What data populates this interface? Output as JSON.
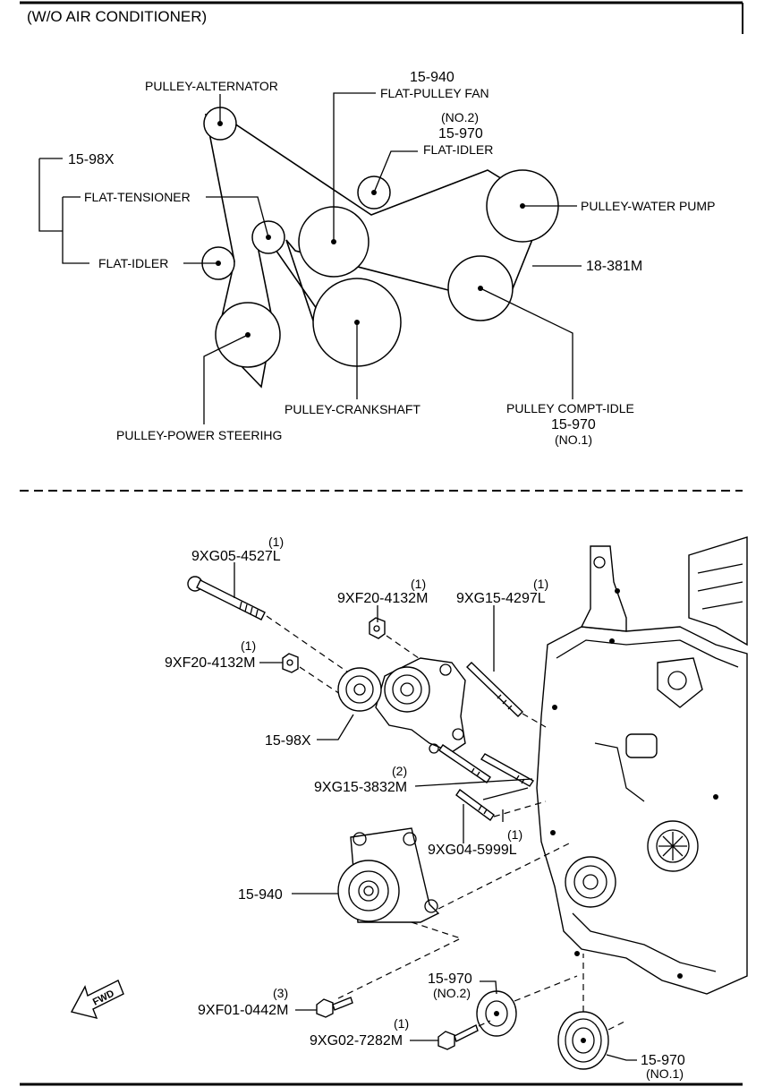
{
  "top_title": "(W/O AIR CONDITIONER)",
  "belt_diagram": {
    "pulley_alternator": "PULLEY-ALTERNATOR",
    "fan_part_no": "15-940",
    "flat_pulley_fan": "FLAT-PULLEY FAN",
    "idler_no2_qty": "(NO.2)",
    "idler_no2_part_no": "15-970",
    "flat_idler_top": "FLAT-IDLER",
    "tensioner_group_part_no": "15-98X",
    "flat_tensioner": "FLAT-TENSIONER",
    "flat_idler_left": "FLAT-IDLER",
    "pulley_water_pump": "PULLEY-WATER PUMP",
    "belt_part_no": "18-381M",
    "pulley_crankshaft": "PULLEY-CRANKSHAFT",
    "pulley_power_steering": "PULLEY-POWER STEERIHG",
    "pulley_compt_idle": "PULLEY COMPT-IDLE",
    "idler_no1_part_no": "15-970",
    "idler_no1_qty": "(NO.1)"
  },
  "exploded_view": {
    "bolt_long": {
      "qty": "(1)",
      "part_no": "9XG05-4527L"
    },
    "nut_upper": {
      "qty": "(1)",
      "part_no": "9XF20-4132M"
    },
    "stud_upper": {
      "qty": "(1)",
      "part_no": "9XG15-4297L"
    },
    "nut_left": {
      "qty": "(1)",
      "part_no": "9XF20-4132M"
    },
    "tensioner_assy": {
      "part_no": "15-98X"
    },
    "stud_pair": {
      "qty": "(2)",
      "part_no": "9XG15-3832M"
    },
    "stud_lower": {
      "qty": "(1)",
      "part_no": "9XG04-5999L"
    },
    "fan_pulley": {
      "part_no": "15-940"
    },
    "bolt_fan": {
      "qty": "(3)",
      "part_no": "9XF01-0442M"
    },
    "idler_no2": {
      "part_no": "15-970",
      "qty": "(NO.2)"
    },
    "bolt_idler": {
      "qty": "(1)",
      "part_no": "9XG02-7282M"
    },
    "idler_no1": {
      "part_no": "15-970",
      "qty": "(NO.1)"
    },
    "fwd_label": "FWD"
  }
}
